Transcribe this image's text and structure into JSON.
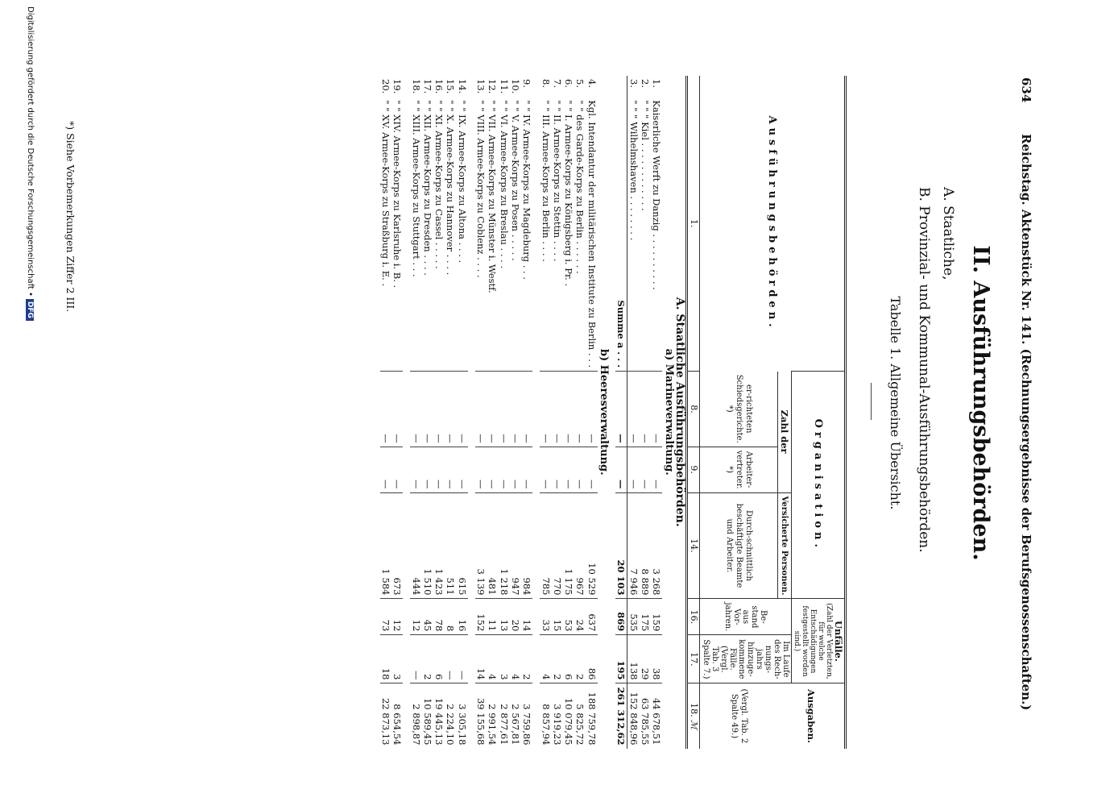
{
  "header": {
    "page_number": "634",
    "running_head": "Reichstag.   Aktenstück Nr. 141.   (Rechnungsergebnisse der Berufsgenossenschaften.)"
  },
  "title": "II. Ausführungsbehörden.",
  "subtitles": [
    "A. Staatliche,",
    "B. Provinzial- und Kommunal-Ausführungsbehörden."
  ],
  "table_title": "Tabelle 1.   Allgemeine Übersicht.",
  "table": {
    "col1_label": "Ausführungsbehörden.",
    "organisation_label": "Organisation.",
    "zahl_der_label": "Zahl der",
    "versicherte_label": "Versicherte Personen.",
    "unfaelle_label": "Unfälle.",
    "unfaelle_note": "(Zahl der Verletzten, für welche Entschädigungen festgestellt worden sind.)",
    "ausgaben_label": "Ausgaben.",
    "col8_label": "er-richteten Schiedsgerichte. *)",
    "col9_label": "Arbeiter-vertreter. *)",
    "col14_label": "Durch-schnittlich beschäftigte Beamte und Arbeiter.",
    "col16_label": "Be-stand aus Vor-jahren.",
    "col17_label": "Im Laufe des Rech-nungs-jahrs hinzuge-kommene Fälle. (Vergl. Tab. 3 Spalte 7.)",
    "col18_label": "(Vergl. Tab. 2 Spalte 49.)",
    "currency": "ℳ",
    "col_numbers": [
      "1.",
      "8.",
      "9.",
      "14.",
      "16.",
      "17.",
      "18."
    ],
    "section_a": "A. Staatliche Ausführungsbehörden.",
    "sub_a": "a) Marineverwaltung.",
    "rows_a": [
      {
        "no": "1.",
        "name": "Kaiserliche Werft zu Danzig . . . . . . . . . .",
        "c8": "—",
        "c9": "—",
        "c14": "3 268",
        "c16": "159",
        "c17": "38",
        "c18": "44 678,51"
      },
      {
        "no": "2.",
        "name": "\"   \"   \" Kiel . . . . . . . . . . . .",
        "c8": "—",
        "c9": "—",
        "c14": "8 889",
        "c16": "175",
        "c17": "29",
        "c18": "63 785,55"
      },
      {
        "no": "3.",
        "name": "\"   \"   \" Wilhelmshaven . . . . . . . .",
        "c8": "—",
        "c9": "—",
        "c14": "7 946",
        "c16": "535",
        "c17": "138",
        "c18": "152 848,96"
      }
    ],
    "sum_a": {
      "label": "Summe a . . .",
      "c8": "—",
      "c9": "—",
      "c14": "20 103",
      "c16": "869",
      "c17": "195",
      "c18": "261 312,62"
    },
    "sub_b": "b) Heeresverwaltung.",
    "rows_b": [
      {
        "no": "4.",
        "name": "Kgl. Intendantur der militärischen Institute zu Berlin . . .",
        "c8": "—",
        "c9": "—",
        "c14": "10 529",
        "c16": "637",
        "c17": "86",
        "c18": "188 759,78"
      },
      {
        "no": "5.",
        "name": "\"   \"   des Garde-Korps zu Berlin . . . . . .",
        "c8": "—",
        "c9": "—",
        "c14": "967",
        "c16": "24",
        "c17": "2",
        "c18": "5 825,72"
      },
      {
        "no": "6.",
        "name": "\"   \"   I. Armee-Korps zu Königsberg i. Pr. .",
        "c8": "—",
        "c9": "—",
        "c14": "1 175",
        "c16": "53",
        "c17": "6",
        "c18": "10 079,45"
      },
      {
        "no": "7.",
        "name": "\"   \"   II. Armee-Korps zu Stettin . . . .",
        "c8": "—",
        "c9": "—",
        "c14": "770",
        "c16": "15",
        "c17": "2",
        "c18": "3 919,23"
      },
      {
        "no": "8.",
        "name": "\"   \"   III. Armee-Korps zu Berlin . . . .",
        "c8": "—",
        "c9": "—",
        "c14": "785",
        "c16": "33",
        "c17": "4",
        "c18": "8 857,94"
      },
      {
        "no": "9.",
        "name": "\"   \"   IV. Armee-Korps zu Magdeburg . . .",
        "c8": "—",
        "c9": "—",
        "c14": "984",
        "c16": "14",
        "c17": "2",
        "c18": "3 759,86"
      },
      {
        "no": "10.",
        "name": "\"   \"   V. Armee-Korps zu Posen . . . . .",
        "c8": "—",
        "c9": "—",
        "c14": "947",
        "c16": "20",
        "c17": "4",
        "c18": "2 567,81"
      },
      {
        "no": "11.",
        "name": "\"   \"   VI. Armee-Korps zu Breslau . . . .",
        "c8": "—",
        "c9": "—",
        "c14": "1 218",
        "c16": "13",
        "c17": "3",
        "c18": "2 877,61"
      },
      {
        "no": "12.",
        "name": "\"   \"   VII. Armee-Korps zu Münster i. Westf.",
        "c8": "—",
        "c9": "—",
        "c14": "481",
        "c16": "11",
        "c17": "4",
        "c18": "2 991,54"
      },
      {
        "no": "13.",
        "name": "\"   \"   VIII. Armee-Korps zu Coblenz . . . .",
        "c8": "—",
        "c9": "—",
        "c14": "3 139",
        "c16": "152",
        "c17": "14",
        "c18": "39 155,68"
      },
      {
        "no": "14.",
        "name": "\"   \"   IX. Armee-Korps zu Altona . . . .",
        "c8": "—",
        "c9": "—",
        "c14": "615",
        "c16": "16",
        "c17": "—",
        "c18": "3 305,18"
      },
      {
        "no": "15.",
        "name": "\"   \"   X. Armee-Korps zu Hannover . . . .",
        "c8": "—",
        "c9": "—",
        "c14": "511",
        "c16": "8",
        "c17": "—",
        "c18": "2 224,10"
      },
      {
        "no": "16.",
        "name": "\"   \"   XI. Armee-Korps zu Cassel . . . . .",
        "c8": "—",
        "c9": "—",
        "c14": "1 423",
        "c16": "78",
        "c17": "6",
        "c18": "19 445,13"
      },
      {
        "no": "17.",
        "name": "\"   \"   XII. Armee-Korps zu Dresden . . . .",
        "c8": "—",
        "c9": "—",
        "c14": "1 510",
        "c16": "45",
        "c17": "2",
        "c18": "10 589,45"
      },
      {
        "no": "18.",
        "name": "\"   \"   XIII. Armee-Korps zu Stuttgart . . .",
        "c8": "—",
        "c9": "—",
        "c14": "444",
        "c16": "12",
        "c17": "—",
        "c18": "2 898,87"
      },
      {
        "no": "19.",
        "name": "\"   \"   XIV. Armee-Korps zu Karlsruhe i. B. .",
        "c8": "—",
        "c9": "—",
        "c14": "673",
        "c16": "12",
        "c17": "3",
        "c18": "8 654,54"
      },
      {
        "no": "20.",
        "name": "\"   \"   XV. Armee-Korps zu Straßburg i. E. .",
        "c8": "—",
        "c9": "—",
        "c14": "1 584",
        "c16": "73",
        "c17": "18",
        "c18": "22 873,13"
      }
    ]
  },
  "footnote": "*) Siehe Vorbemerkungen Ziffer 2 III.",
  "digitization": "Digitalisierung gefördert durch die Deutsche Forschungsgemeinschaft •",
  "dfg_logo": "DFG"
}
